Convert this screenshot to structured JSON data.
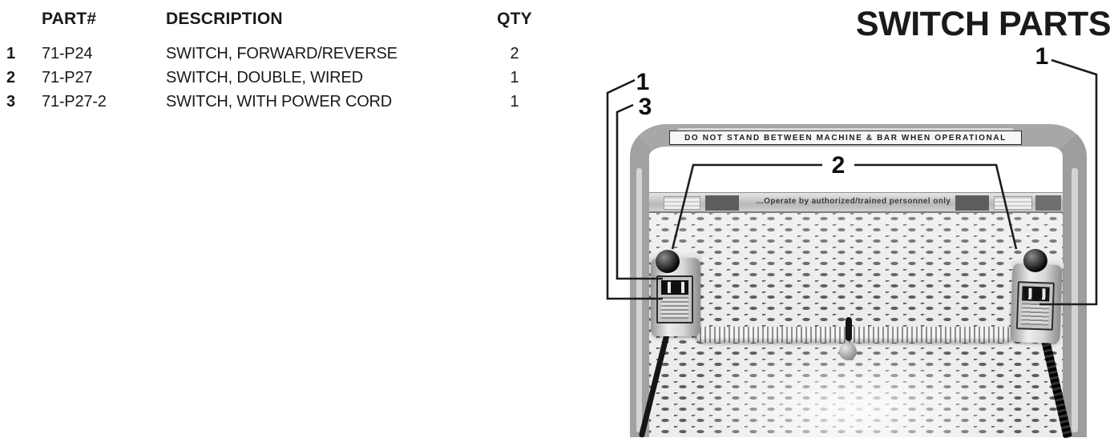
{
  "page": {
    "title": "SWITCH PARTS"
  },
  "parts_table": {
    "headers": {
      "part": "PART#",
      "description": "DESCRIPTION",
      "qty": "QTY"
    },
    "rows": [
      {
        "num": "1",
        "part": "71-P24",
        "description": "SWITCH, FORWARD/REVERSE",
        "qty": "2"
      },
      {
        "num": "2",
        "part": "71-P27",
        "description": "SWITCH, DOUBLE, WIRED",
        "qty": "1"
      },
      {
        "num": "3",
        "part": "71-P27-2",
        "description": "SWITCH, WITH POWER CORD",
        "qty": "1"
      }
    ]
  },
  "photo": {
    "top_bar_warning": "DO NOT STAND BETWEEN MACHINE & BAR WHEN OPERATIONAL",
    "rail_label": "...Operate by authorized/trained personnel only"
  },
  "callouts": {
    "left_1": "1",
    "left_3": "3",
    "center_2": "2",
    "right_1": "1"
  },
  "colors": {
    "text": "#1a1a1a",
    "callout_line": "#1c1c1c",
    "frame_gray": "#a2a2a2"
  }
}
